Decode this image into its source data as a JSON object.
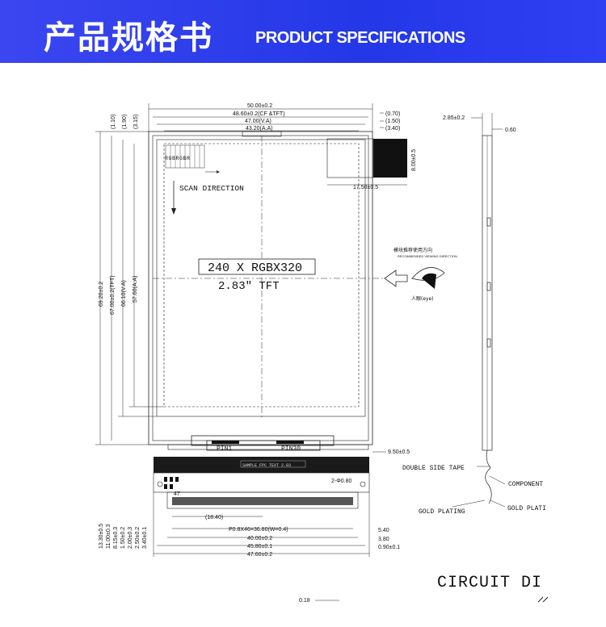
{
  "banner": {
    "title_cn": "产品规格书",
    "title_en": "PRODUCT SPECIFICATIONS"
  },
  "drawing": {
    "resolution_label": "240 X RGBX320",
    "size_label": "2.83\" TFT",
    "scan_direction": "SCAN DIRECTION",
    "rgb_marks": "RGBRGBR",
    "top_dims": {
      "d1": "50.00±0.2",
      "d2": "48.60±0.2(CF &TFT)",
      "d3": "47.00(V.A)",
      "d4": "43.20(A.A)",
      "r1": "(0.70)",
      "r2": "(1.50)",
      "r3": "(3.40)"
    },
    "left_top_dims": {
      "a": "(1.10)",
      "b": "(1.90)",
      "c": "(3.15)"
    },
    "left_dims": {
      "d1": "69.20±0.2",
      "d2": "67.00±0.2(TFT)",
      "d3": "66.10(V.A)",
      "d4": "57.60(A.A)"
    },
    "fpc_tab": {
      "h": "8.00±0.5",
      "w": "17.50±0.5"
    },
    "viewing": {
      "cn1": "模块推荐使用方向",
      "en": "RECOMMENDED VIEWING DIRECTION",
      "eye": "人眼(eye)"
    },
    "pins": {
      "pin1": "PIN1",
      "pin30": "PIN30"
    },
    "right_dim_9_5": "9.50±0.5",
    "fpc_text": "SAMPLE FPC TEXT 2.83",
    "holes": "2-Φ0.80",
    "pin47": "47",
    "bottom_dims": {
      "d18": "(18.40)",
      "pitch": "P0.8X46=36.80(W=0.4)",
      "d40": "40.00±0.2",
      "d45": "45.80±0.1",
      "d47": "47.60±0.2",
      "r54": "5.40",
      "r38": "3.80",
      "r09": "0.90±0.1"
    },
    "bottom_left_dims": [
      "13.30±0.5",
      "11.00±0.3",
      "8.15±0.3",
      "1.50±0.2",
      "2.00±0.3",
      "2.50±0.2",
      "3.40±0.1"
    ],
    "side_view": {
      "t1": "2.85±0.2",
      "t2": "0.60",
      "tape": "DOUBLE SIDE TAPE",
      "component": "COMPONENT",
      "gold1": "GOLD PLATING",
      "gold2": "GOLD PLATI"
    },
    "circuit": "CIRCUIT DI",
    "bottom_cut": "0.18"
  }
}
